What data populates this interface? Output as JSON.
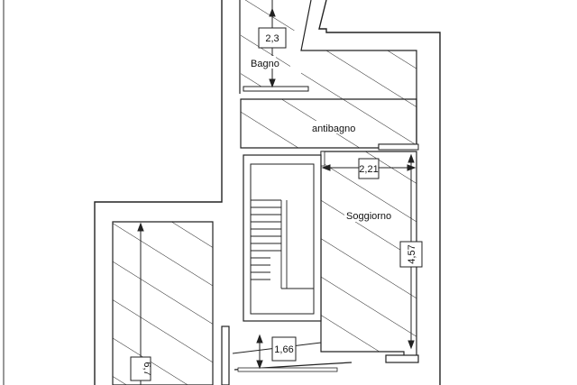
{
  "rooms": {
    "bagno": "Bagno",
    "antibagno": "antibagno",
    "soggiorno": "Soggiorno"
  },
  "dimensions": {
    "bagno_height": "2,3",
    "soggiorno_width": "2,21",
    "soggiorno_length": "4,57",
    "stair_landing": "1,66",
    "left_room_length": "6,7"
  }
}
